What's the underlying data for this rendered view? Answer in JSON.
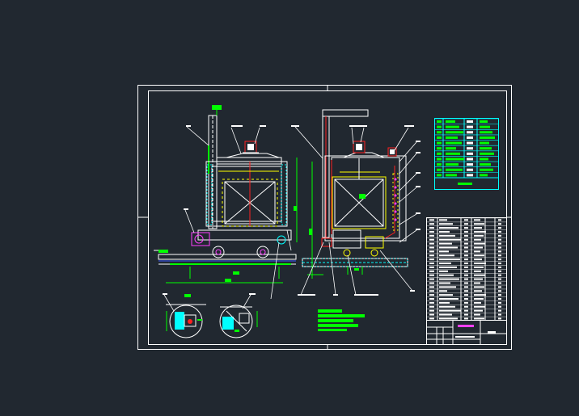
{
  "app": {
    "type": "CAD drawing viewer (dark model space)"
  },
  "colors": {
    "background": "#212830",
    "line_white": "#ffffff",
    "dim_green": "#00ff00",
    "detail_cyan": "#00ffff",
    "accent_red": "#ff2020",
    "accent_yellow": "#ffff00",
    "accent_magenta": "#ff40ff"
  },
  "drawing": {
    "views": [
      {
        "name": "front-elevation"
      },
      {
        "name": "side-section"
      },
      {
        "name": "detail-circle-a"
      },
      {
        "name": "detail-circle-b"
      }
    ],
    "tables": {
      "technical_spec": {
        "rows": 11
      },
      "parts_list": {
        "rows": 26
      }
    }
  },
  "icons": {
    "frame": "drawing-frame-icon",
    "title_block": "title-block-icon"
  }
}
